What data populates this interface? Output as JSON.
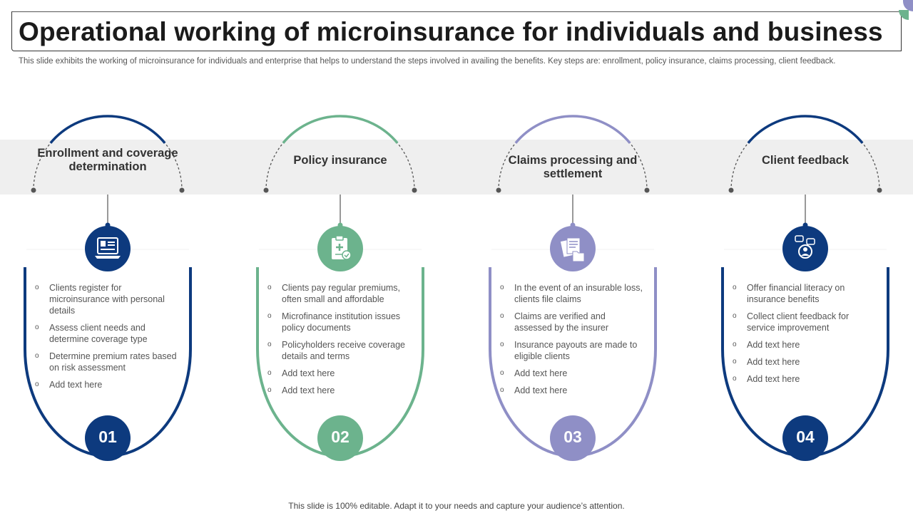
{
  "header": {
    "title": "Operational working of microinsurance for individuals and business",
    "subtitle": "This slide exhibits the working of microinsurance for individuals and enterprise that helps to understand the steps involved in availing the benefits. Key steps are: enrollment, policy insurance, claims processing, client feedback."
  },
  "colors": {
    "navy": "#0d3a7e",
    "green": "#6cb38d",
    "purple": "#8f8fc6",
    "band": "#efefef"
  },
  "steps": [
    {
      "title": "Enrollment and coverage determination",
      "icon": "computer-id-icon",
      "number": "01",
      "bullets": [
        "Clients register for microinsurance with personal details",
        "Assess client needs and determine coverage type",
        "Determine premium rates based on risk assessment",
        "Add text here"
      ]
    },
    {
      "title": "Policy insurance",
      "icon": "clipboard-plus-icon",
      "number": "02",
      "bullets": [
        "Clients pay regular premiums, often small and affordable",
        "Microfinance institution issues policy documents",
        "Policyholders receive coverage details and terms",
        "Add text here",
        "Add text here"
      ]
    },
    {
      "title": "Claims processing and settlement",
      "icon": "documents-folder-icon",
      "number": "03",
      "bullets": [
        "In the event of an insurable loss, clients file claims",
        "Claims are verified and assessed by the insurer",
        "Insurance payouts are made to eligible clients",
        "Add text here",
        "Add text here"
      ]
    },
    {
      "title": "Client feedback",
      "icon": "user-feedback-icon",
      "number": "04",
      "bullets": [
        "Offer financial literacy on insurance benefits",
        "Collect client feedback for service improvement",
        "Add text here",
        "Add text here",
        "Add text here"
      ]
    }
  ],
  "footer": "This slide is 100% editable. Adapt it to your needs and capture your audience’s attention."
}
